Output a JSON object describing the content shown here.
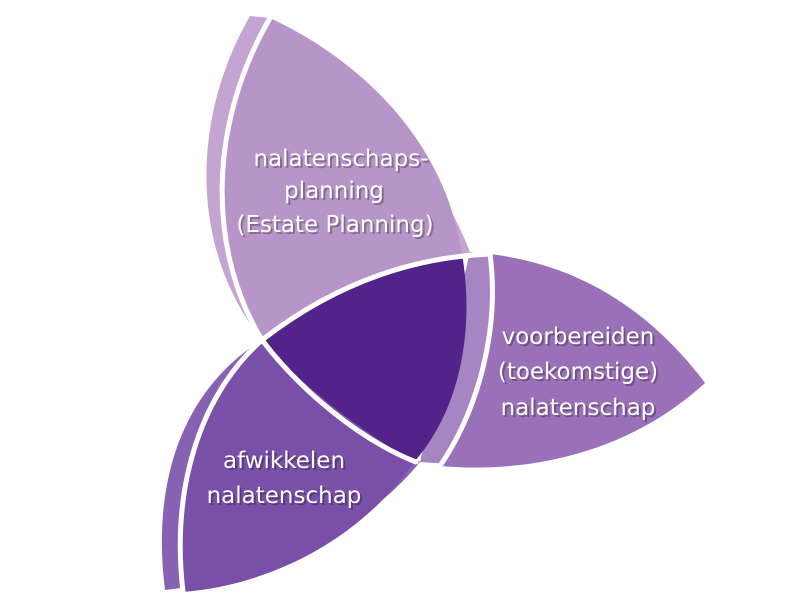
{
  "colors": {
    "top_petal": "#B895C8",
    "top_petal_rim": "#C4A5D2",
    "right_petal": "#9A70B8",
    "right_petal_rim": "#A784C2",
    "left_petal": "#7A4FA8",
    "left_petal_rim": "#8862B2",
    "center": "#52248A",
    "separator": "#FFFFFF",
    "text": "#FFFFFF"
  },
  "petals": {
    "top": {
      "lines": [
        "nalatenschaps-",
        "planning",
        "(Estate Planning)"
      ]
    },
    "right": {
      "lines": [
        "voorbereiden",
        "(toekomstige)",
        "nalatenschap"
      ]
    },
    "left": {
      "lines": [
        "afwikkelen",
        "nalatenschap"
      ]
    }
  }
}
